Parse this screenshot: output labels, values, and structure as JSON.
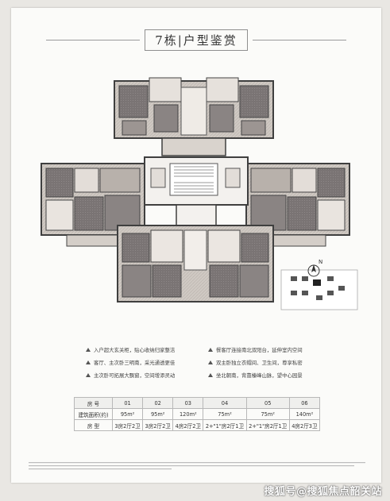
{
  "title": "7栋|户型鉴赏",
  "compass": {
    "label": "N"
  },
  "features_left": [
    "入户超大玄关柜，贴心收纳归家整洁",
    "客厅、主次卧三明南，采光通透更佳",
    "主次卧可拓展大飘窗，空间增添灵动"
  ],
  "features_right": [
    "餐客厅连接南北双阳台，延伸室内空间",
    "双主卧独立衣帽间、卫生间，尊享私密",
    "坐北朝南，背靠榛峰山脉，望中心园景"
  ],
  "unit_table": {
    "row_labels": [
      "房  号",
      "建筑面积(约)",
      "房  型"
    ],
    "columns": [
      {
        "no": "01",
        "area": "95m²",
        "type": "3房2厅2卫"
      },
      {
        "no": "02",
        "area": "95m²",
        "type": "3房2厅2卫"
      },
      {
        "no": "03",
        "area": "120m²",
        "type": "4房2厅2卫"
      },
      {
        "no": "04",
        "area": "75m²",
        "type": "2+\"1\"房2厅1卫"
      },
      {
        "no": "05",
        "area": "75m²",
        "type": "2+\"1\"房2厅1卫"
      },
      {
        "no": "06",
        "area": "140m²",
        "type": "4房2厅3卫"
      }
    ]
  },
  "watermark": "搜狐号@搜狐焦点韶关站",
  "colors": {
    "wall": "#4a4a4a",
    "room_dark": "#6f6a6a",
    "room_light": "#c9c2bc",
    "accent_bed": "#8a8483"
  }
}
